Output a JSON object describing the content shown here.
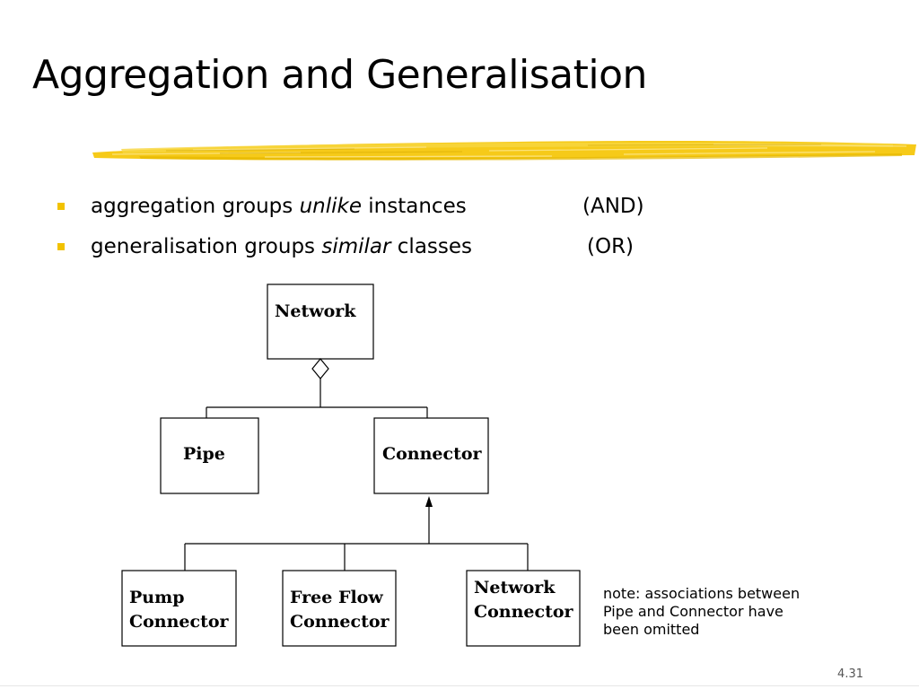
{
  "slide": {
    "title": "Aggregation and Generalisation",
    "page_number": "4.31",
    "accent_color": "#F5C400",
    "bullet_color": "#F2C200"
  },
  "bullets": [
    {
      "before": "aggregation groups ",
      "emphasis": "unlike",
      "after": " instances",
      "tag": "(AND)"
    },
    {
      "before": "generalisation groups ",
      "emphasis": "similar",
      "after": " classes",
      "tag": "(OR)"
    }
  ],
  "diagram": {
    "classes": {
      "network": [
        "Network"
      ],
      "pipe": [
        "Pipe"
      ],
      "connector": [
        "Connector"
      ],
      "pump_connector": [
        "Pump",
        "Connector"
      ],
      "free_flow_connector": [
        "Free Flow",
        "Connector"
      ],
      "network_connector": [
        "Network",
        "Connector"
      ]
    },
    "relations": [
      {
        "type": "aggregation",
        "whole": "Network",
        "parts": [
          "Pipe",
          "Connector"
        ]
      },
      {
        "type": "generalisation",
        "parent": "Connector",
        "children": [
          "Pump Connector",
          "Free Flow Connector",
          "Network Connector"
        ]
      }
    ],
    "note_lines": [
      "note: associations between",
      "Pipe and Connector have",
      "been omitted"
    ]
  }
}
